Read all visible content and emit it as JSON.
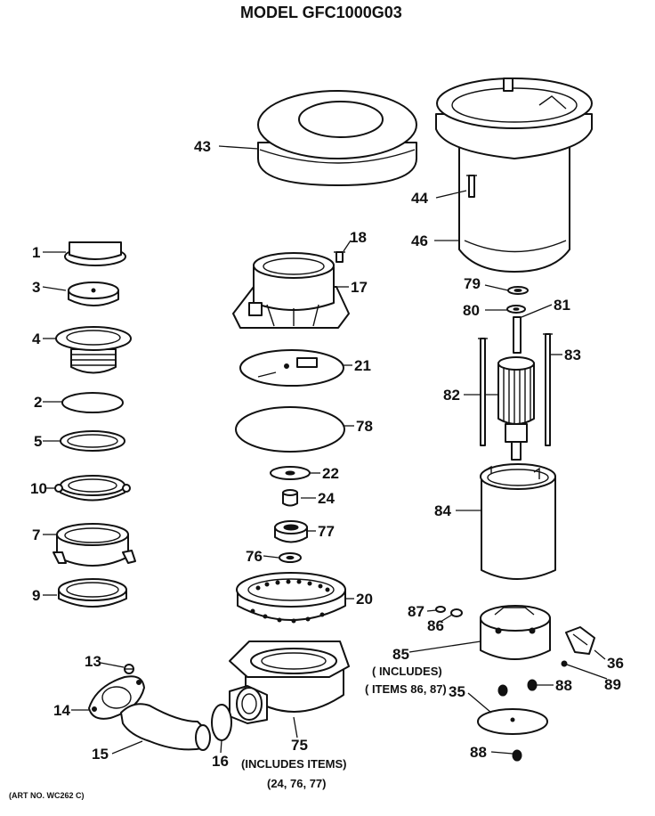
{
  "title": "MODEL GFC1000G03",
  "art_number": "(ART NO. WC262 C)",
  "notes": {
    "includes_85_line1": "( INCLUDES)",
    "includes_85_line2": "( ITEMS 86, 87)",
    "includes_75_line1": "(INCLUDES ITEMS)",
    "includes_75_line2": "(24, 76, 77)"
  },
  "parts": {
    "p1": "1",
    "p2": "2",
    "p3": "3",
    "p4": "4",
    "p5": "5",
    "p7": "7",
    "p9": "9",
    "p10": "10",
    "p13": "13",
    "p14": "14",
    "p15": "15",
    "p16": "16",
    "p17": "17",
    "p18": "18",
    "p20": "20",
    "p21": "21",
    "p22": "22",
    "p24": "24",
    "p35": "35",
    "p36": "36",
    "p43": "43",
    "p44": "44",
    "p46": "46",
    "p75": "75",
    "p76": "76",
    "p77": "77",
    "p78": "78",
    "p79": "79",
    "p80": "80",
    "p81": "81",
    "p82": "82",
    "p83": "83",
    "p84": "84",
    "p85": "85",
    "p86": "86",
    "p87": "87",
    "p88a": "88",
    "p88b": "88",
    "p89": "89"
  }
}
